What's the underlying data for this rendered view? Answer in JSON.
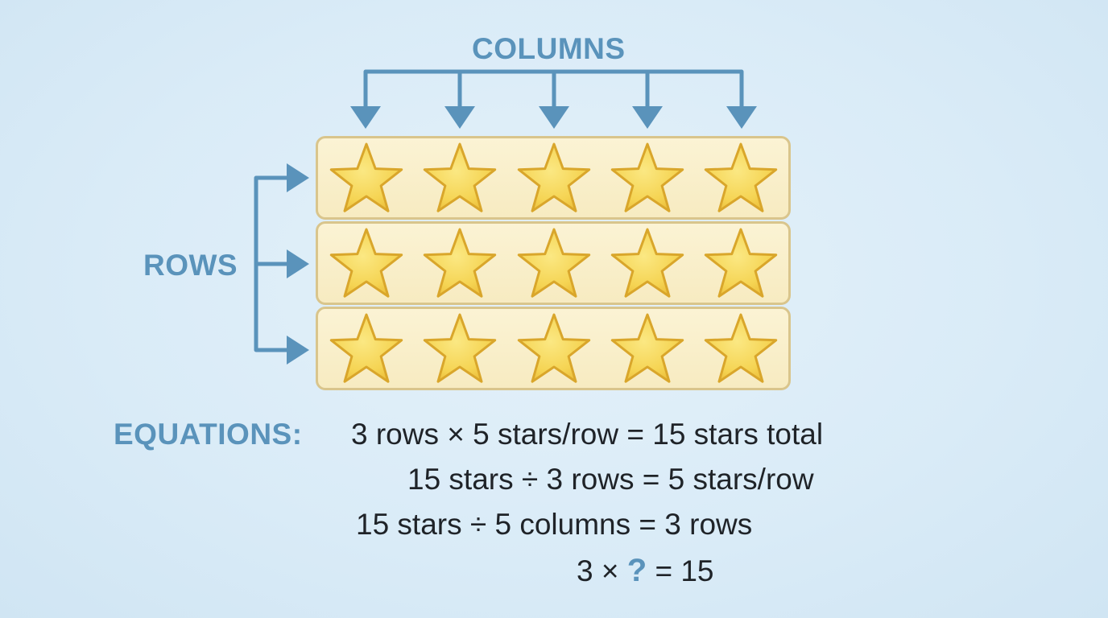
{
  "labels": {
    "columns": "COLUMNS",
    "rows": "ROWS",
    "equations": "EQUATIONS:"
  },
  "grid": {
    "rows": 3,
    "columns": 5,
    "item_icon": "star-icon"
  },
  "equations": {
    "eq1": "3 rows × 5 stars/row = 15 stars total",
    "eq2": "15 stars ÷ 3 rows = 5 stars/row",
    "eq3": "15 stars ÷ 5 columns = 3 rows",
    "eq4_left": "3 × ",
    "eq4_unknown": "?",
    "eq4_right": " = 15"
  },
  "colors": {
    "accent": "#5a93bb",
    "star_fill": "#f5d453",
    "star_stroke": "#d9a62b",
    "panel_fill": "#fbf3d4",
    "panel_border": "#d9c58c",
    "text": "#1f2328"
  }
}
